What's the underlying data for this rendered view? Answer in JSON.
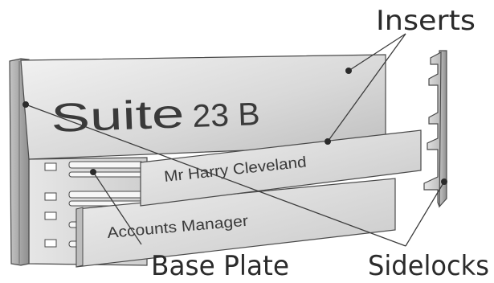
{
  "diagram": {
    "callouts": {
      "inserts": "Inserts",
      "base_plate": "Base Plate",
      "sidelocks": "Sidelocks"
    },
    "sign": {
      "main_text_a": "Suite",
      "main_text_b": "23 B",
      "insert_1_text": "Mr Harry Cleveland",
      "insert_2_text": "Accounts Manager"
    },
    "colors": {
      "outline": "#4a4a4a",
      "panel_light": "#e9e9e9",
      "panel_mid": "#d2d2d2",
      "panel_dark": "#a8a8a8",
      "leader_line": "#3c3c3c"
    }
  }
}
